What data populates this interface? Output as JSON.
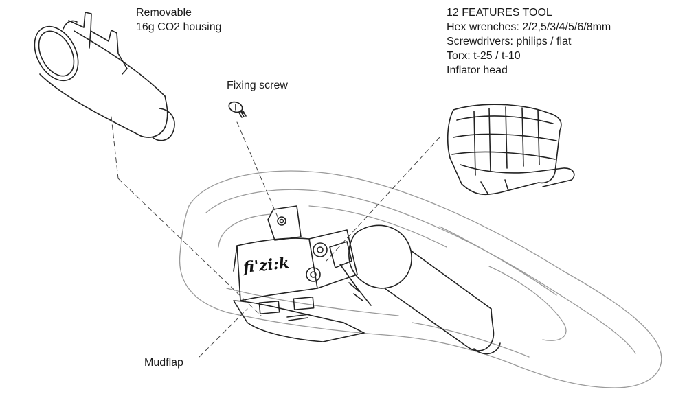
{
  "callouts": {
    "co2_housing": {
      "line1": "Removable",
      "line2": "16g CO2 housing"
    },
    "fixing_screw": "Fixing screw",
    "mudflap": "Mudflap",
    "tool": {
      "title": "12 FEATURES TOOL",
      "lines": [
        "Hex wrenches: 2/2,5/3/4/5/6/8mm",
        "Screwdrivers: philips / flat",
        "Torx: t-25 / t-10",
        "Inflator head"
      ]
    }
  },
  "logo": "fi'zi:k"
}
